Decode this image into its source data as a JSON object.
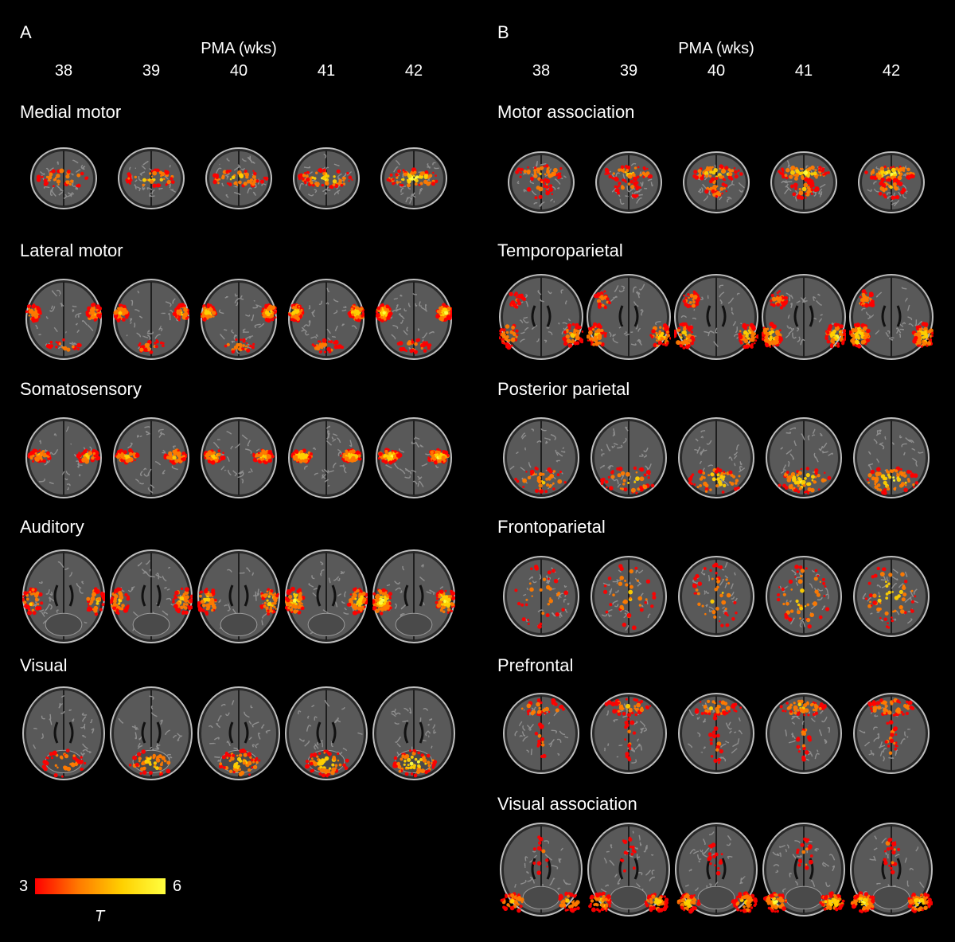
{
  "panels": [
    {
      "letter": "A",
      "axis_title": "PMA (wks)",
      "weeks": [
        "38",
        "39",
        "40",
        "41",
        "42"
      ],
      "networks": [
        {
          "label": "Medial motor",
          "slice": "superior",
          "blob": "medial-motor"
        },
        {
          "label": "Lateral motor",
          "slice": "mid",
          "blob": "lateral-motor"
        },
        {
          "label": "Somatosensory",
          "slice": "mid",
          "blob": "somatosensory"
        },
        {
          "label": "Auditory",
          "slice": "low",
          "blob": "auditory"
        },
        {
          "label": "Visual",
          "slice": "low",
          "blob": "visual"
        }
      ]
    },
    {
      "letter": "B",
      "axis_title": "PMA (wks)",
      "weeks": [
        "38",
        "39",
        "40",
        "41",
        "42"
      ],
      "networks": [
        {
          "label": "Motor association",
          "slice": "superior",
          "blob": "motor-association"
        },
        {
          "label": "Temporoparietal",
          "slice": "ventricle",
          "blob": "temporoparietal"
        },
        {
          "label": "Posterior parietal",
          "slice": "mid",
          "blob": "posterior-parietal"
        },
        {
          "label": "Frontoparietal",
          "slice": "mid",
          "blob": "frontoparietal"
        },
        {
          "label": "Prefrontal",
          "slice": "mid",
          "blob": "prefrontal"
        },
        {
          "label": "Visual association",
          "slice": "low",
          "blob": "visual-association"
        }
      ]
    }
  ],
  "colorbar": {
    "min": "3",
    "max": "6",
    "label": "T",
    "colors": [
      "#ff0000",
      "#ff7a00",
      "#ffd000",
      "#ffff40"
    ]
  }
}
